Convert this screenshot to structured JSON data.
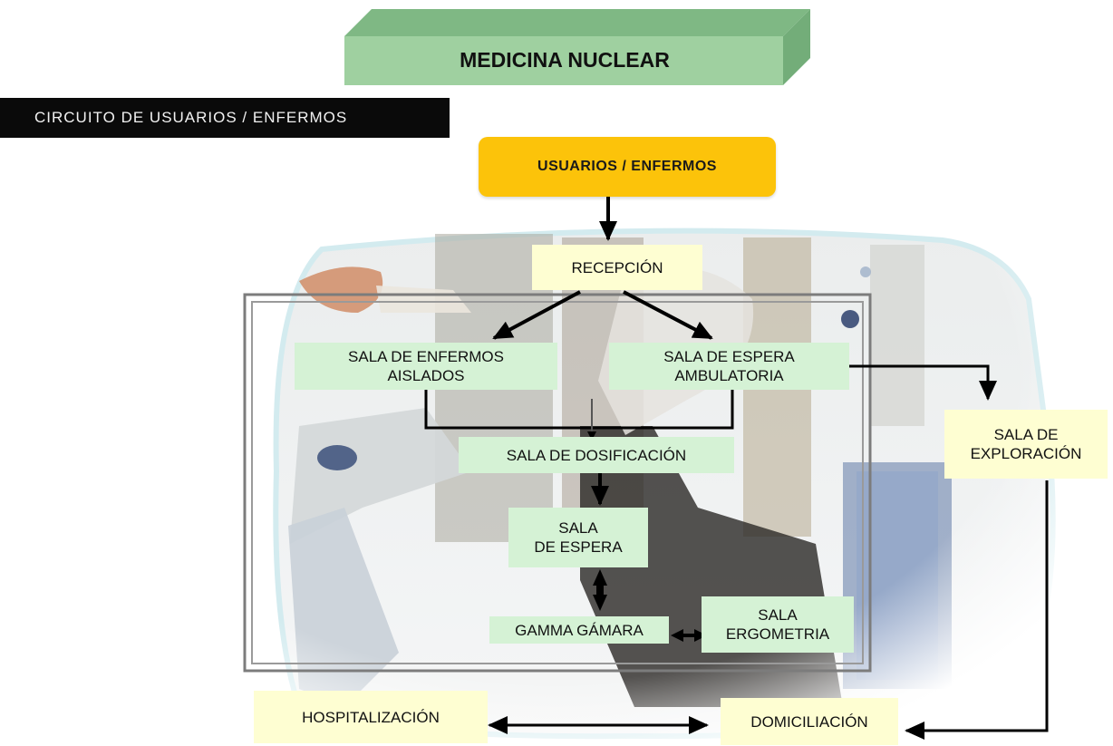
{
  "header": {
    "title": "MEDICINA NUCLEAR",
    "subtitle": "CIRCUITO DE USUARIOS / ENFERMOS"
  },
  "nodes": {
    "usuarios": "USUARIOS / ENFERMOS",
    "recepcion": "RECEPCIÓN",
    "sala_aislados": "SALA DE ENFERMOS\nAISLADOS",
    "sala_ambulatoria": "SALA DE ESPERA\nAMBULATORIA",
    "sala_exploracion": "SALA DE\nEXPLORACIÓN",
    "sala_dosificacion": "SALA DE DOSIFICACIÓN",
    "sala_espera": "SALA\nDE ESPERA",
    "gamma_camara": "GAMMA GÁMARA",
    "sala_ergometria": "SALA\nERGOMETRIA",
    "hospitalizacion": "HOSPITALIZACIÓN",
    "domiciliacion": "DOMICILIACIÓN"
  },
  "colors": {
    "usuarios_fill": "#fcc30a",
    "green_box": "#d5f2d5",
    "cream_box": "#fefed2",
    "title_band": "#0a0a0a",
    "header_prism": "#9fd0a0"
  }
}
